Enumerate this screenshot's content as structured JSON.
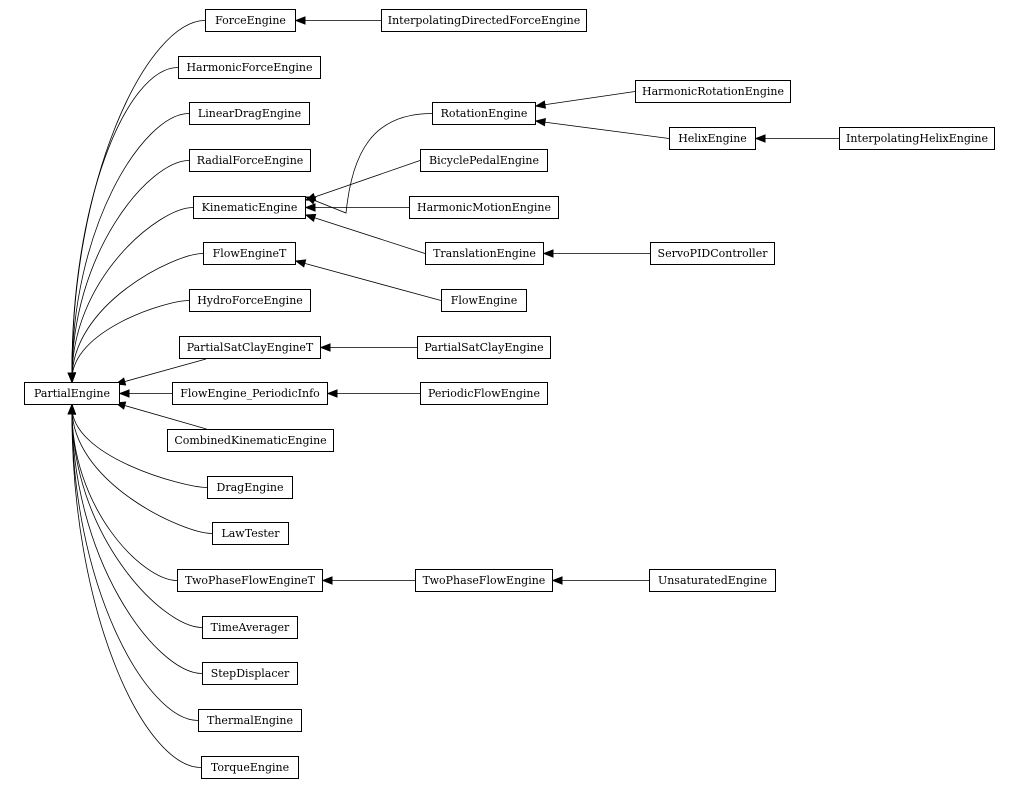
{
  "diagram": {
    "type": "class-inheritance-graph",
    "nodes": [
      {
        "id": "PartialEngine",
        "label": "PartialEngine"
      },
      {
        "id": "ForceEngine",
        "label": "ForceEngine"
      },
      {
        "id": "HarmonicForceEngine",
        "label": "HarmonicForceEngine"
      },
      {
        "id": "LinearDragEngine",
        "label": "LinearDragEngine"
      },
      {
        "id": "RadialForceEngine",
        "label": "RadialForceEngine"
      },
      {
        "id": "KinematicEngine",
        "label": "KinematicEngine"
      },
      {
        "id": "FlowEngineT",
        "label": "FlowEngineT"
      },
      {
        "id": "HydroForceEngine",
        "label": "HydroForceEngine"
      },
      {
        "id": "PartialSatClayEngineT",
        "label": "PartialSatClayEngineT"
      },
      {
        "id": "FlowEngine_PeriodicInfo",
        "label": "FlowEngine_PeriodicInfo"
      },
      {
        "id": "CombinedKinematicEngine",
        "label": "CombinedKinematicEngine"
      },
      {
        "id": "DragEngine",
        "label": "DragEngine"
      },
      {
        "id": "LawTester",
        "label": "LawTester"
      },
      {
        "id": "TwoPhaseFlowEngineT",
        "label": "TwoPhaseFlowEngineT"
      },
      {
        "id": "TimeAverager",
        "label": "TimeAverager"
      },
      {
        "id": "StepDisplacer",
        "label": "StepDisplacer"
      },
      {
        "id": "ThermalEngine",
        "label": "ThermalEngine"
      },
      {
        "id": "TorqueEngine",
        "label": "TorqueEngine"
      },
      {
        "id": "InterpolatingDirectedForceEngine",
        "label": "InterpolatingDirectedForceEngine"
      },
      {
        "id": "RotationEngine",
        "label": "RotationEngine"
      },
      {
        "id": "BicyclePedalEngine",
        "label": "BicyclePedalEngine"
      },
      {
        "id": "HarmonicMotionEngine",
        "label": "HarmonicMotionEngine"
      },
      {
        "id": "TranslationEngine",
        "label": "TranslationEngine"
      },
      {
        "id": "FlowEngine",
        "label": "FlowEngine"
      },
      {
        "id": "PartialSatClayEngine",
        "label": "PartialSatClayEngine"
      },
      {
        "id": "PeriodicFlowEngine",
        "label": "PeriodicFlowEngine"
      },
      {
        "id": "TwoPhaseFlowEngine",
        "label": "TwoPhaseFlowEngine"
      },
      {
        "id": "HarmonicRotationEngine",
        "label": "HarmonicRotationEngine"
      },
      {
        "id": "HelixEngine",
        "label": "HelixEngine"
      },
      {
        "id": "ServoPIDController",
        "label": "ServoPIDController"
      },
      {
        "id": "UnsaturatedEngine",
        "label": "UnsaturatedEngine"
      },
      {
        "id": "InterpolatingHelixEngine",
        "label": "InterpolatingHelixEngine"
      }
    ],
    "edges": [
      {
        "from": "ForceEngine",
        "to": "PartialEngine"
      },
      {
        "from": "HarmonicForceEngine",
        "to": "PartialEngine"
      },
      {
        "from": "LinearDragEngine",
        "to": "PartialEngine"
      },
      {
        "from": "RadialForceEngine",
        "to": "PartialEngine"
      },
      {
        "from": "KinematicEngine",
        "to": "PartialEngine"
      },
      {
        "from": "FlowEngineT",
        "to": "PartialEngine"
      },
      {
        "from": "HydroForceEngine",
        "to": "PartialEngine"
      },
      {
        "from": "PartialSatClayEngineT",
        "to": "PartialEngine"
      },
      {
        "from": "FlowEngine_PeriodicInfo",
        "to": "PartialEngine"
      },
      {
        "from": "CombinedKinematicEngine",
        "to": "PartialEngine"
      },
      {
        "from": "DragEngine",
        "to": "PartialEngine"
      },
      {
        "from": "LawTester",
        "to": "PartialEngine"
      },
      {
        "from": "TwoPhaseFlowEngineT",
        "to": "PartialEngine"
      },
      {
        "from": "TimeAverager",
        "to": "PartialEngine"
      },
      {
        "from": "StepDisplacer",
        "to": "PartialEngine"
      },
      {
        "from": "ThermalEngine",
        "to": "PartialEngine"
      },
      {
        "from": "TorqueEngine",
        "to": "PartialEngine"
      },
      {
        "from": "InterpolatingDirectedForceEngine",
        "to": "ForceEngine"
      },
      {
        "from": "RotationEngine",
        "to": "KinematicEngine"
      },
      {
        "from": "BicyclePedalEngine",
        "to": "KinematicEngine"
      },
      {
        "from": "HarmonicMotionEngine",
        "to": "KinematicEngine"
      },
      {
        "from": "TranslationEngine",
        "to": "KinematicEngine"
      },
      {
        "from": "FlowEngine",
        "to": "FlowEngineT"
      },
      {
        "from": "PartialSatClayEngine",
        "to": "PartialSatClayEngineT"
      },
      {
        "from": "PeriodicFlowEngine",
        "to": "FlowEngine_PeriodicInfo"
      },
      {
        "from": "TwoPhaseFlowEngine",
        "to": "TwoPhaseFlowEngineT"
      },
      {
        "from": "HarmonicRotationEngine",
        "to": "RotationEngine"
      },
      {
        "from": "HelixEngine",
        "to": "RotationEngine"
      },
      {
        "from": "ServoPIDController",
        "to": "TranslationEngine"
      },
      {
        "from": "UnsaturatedEngine",
        "to": "TwoPhaseFlowEngine"
      },
      {
        "from": "InterpolatingHelixEngine",
        "to": "HelixEngine"
      }
    ],
    "colors": {
      "stroke": "#000000",
      "fill": "#ffffff",
      "text": "#000000"
    }
  }
}
